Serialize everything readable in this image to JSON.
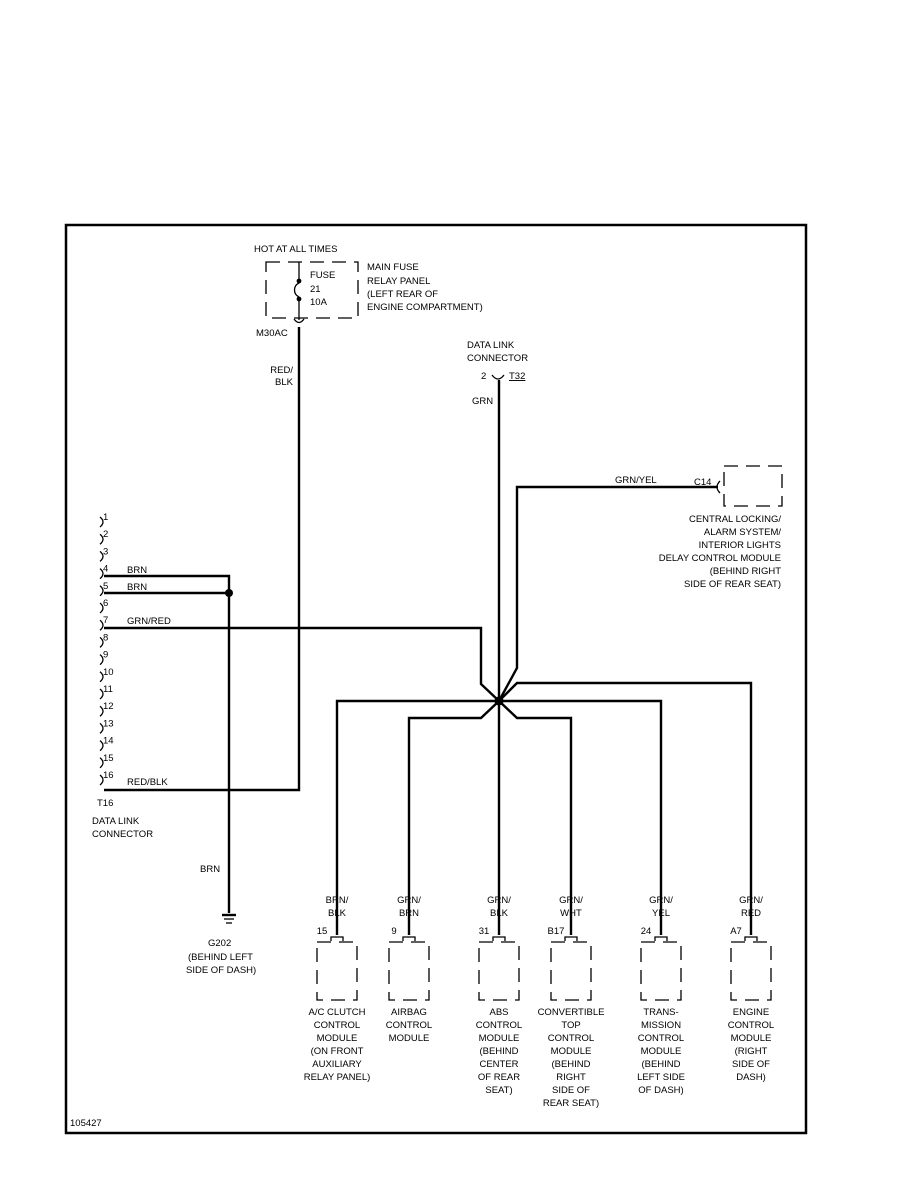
{
  "fuse": {
    "power_label": "HOT AT ALL TIMES",
    "panel_lines": [
      "MAIN FUSE",
      "RELAY PANEL",
      "(LEFT REAR OF",
      "ENGINE COMPARTMENT)"
    ],
    "fuse_lines": [
      "FUSE",
      "21",
      "10A"
    ],
    "connector": "M30AC",
    "wire_color": [
      "RED/",
      "BLK"
    ]
  },
  "dlc_top": {
    "lines": [
      "DATA LINK",
      "CONNECTOR"
    ],
    "pin": "2",
    "connector": "T32",
    "wire_color": "GRN"
  },
  "c14_module": {
    "wire_color": "GRN/YEL",
    "connector": "C14",
    "lines": [
      "CENTRAL LOCKING/",
      "ALARM SYSTEM/",
      "INTERIOR LIGHTS",
      "DELAY CONTROL MODULE",
      "(BEHIND RIGHT",
      "SIDE OF REAR SEAT)"
    ]
  },
  "t16": {
    "pins": [
      "1",
      "2",
      "3",
      "4",
      "5",
      "6",
      "7",
      "8",
      "9",
      "10",
      "11",
      "12",
      "13",
      "14",
      "15",
      "16"
    ],
    "wire_labels": {
      "p4": "BRN",
      "p5": "BRN",
      "p7": "GRN/RED",
      "p16": "RED/BLK"
    },
    "connector": "T16",
    "caption": [
      "DATA LINK",
      "CONNECTOR"
    ]
  },
  "ground": {
    "wire_color": "BRN",
    "name": "G202",
    "location": [
      "(BEHIND LEFT",
      "SIDE OF DASH)"
    ]
  },
  "modules": [
    {
      "wire": [
        "BRN/",
        "BLK"
      ],
      "pin": "15",
      "desc": [
        "A/C CLUTCH",
        "CONTROL",
        "MODULE",
        "(ON FRONT",
        "AUXILIARY",
        "RELAY PANEL)"
      ]
    },
    {
      "wire": [
        "GRN/",
        "BRN"
      ],
      "pin": "9",
      "desc": [
        "AIRBAG",
        "CONTROL",
        "MODULE"
      ]
    },
    {
      "wire": [
        "GRN/",
        "BLK"
      ],
      "pin": "31",
      "desc": [
        "ABS",
        "CONTROL",
        "MODULE",
        "(BEHIND",
        "CENTER",
        "OF REAR",
        "SEAT)"
      ]
    },
    {
      "wire": [
        "GRN/",
        "WHT"
      ],
      "pin": "B17",
      "desc": [
        "CONVERTIBLE",
        "TOP",
        "CONTROL",
        "MODULE",
        "(BEHIND",
        "RIGHT",
        "SIDE OF",
        "REAR SEAT)"
      ]
    },
    {
      "wire": [
        "GRN/",
        "YEL"
      ],
      "pin": "24",
      "desc": [
        "TRANS-",
        "MISSION",
        "CONTROL",
        "MODULE",
        "(BEHIND",
        "LEFT SIDE",
        "OF DASH)"
      ]
    },
    {
      "wire": [
        "GRN/",
        "RED"
      ],
      "pin": "A7",
      "desc": [
        "ENGINE",
        "CONTROL",
        "MODULE",
        "(RIGHT",
        "SIDE OF",
        "DASH)"
      ]
    }
  ],
  "figure_number": "105427"
}
